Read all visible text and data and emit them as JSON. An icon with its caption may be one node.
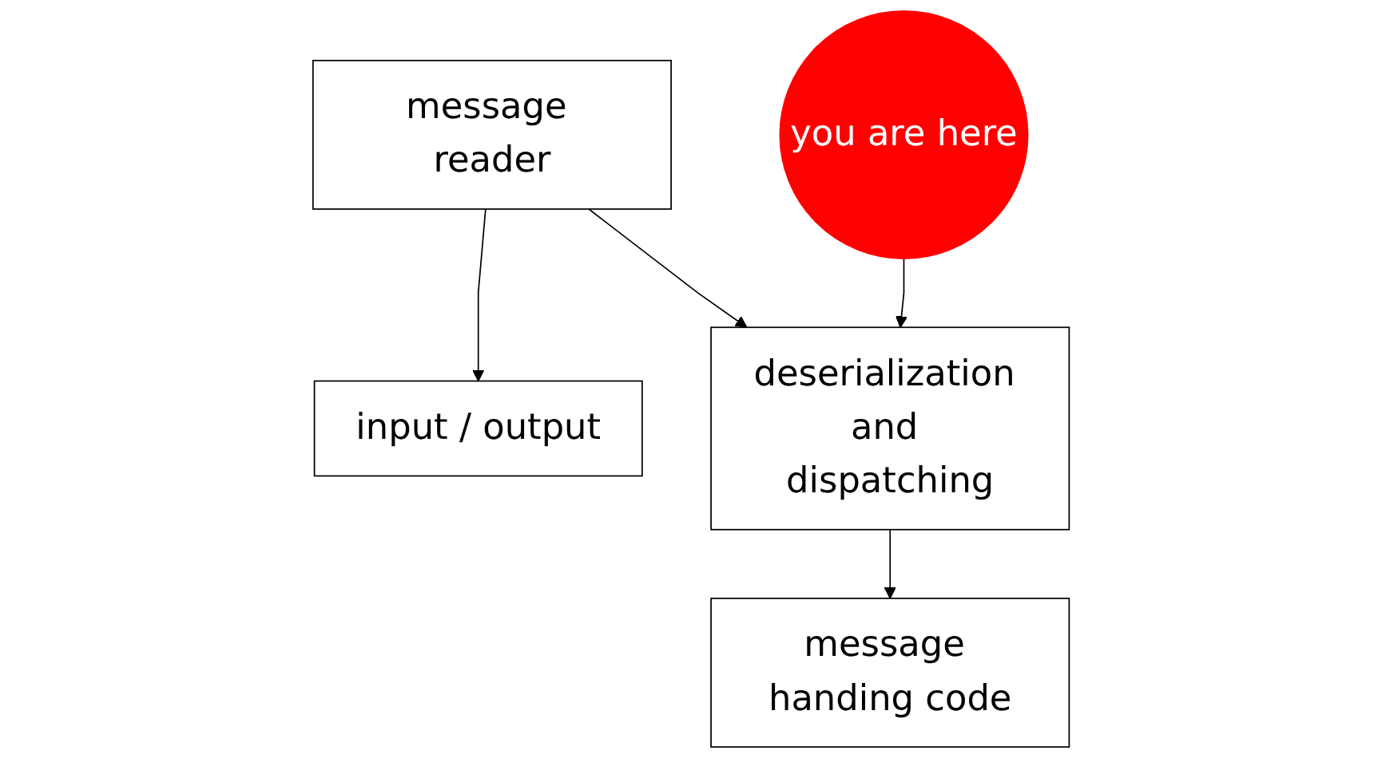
{
  "diagram": {
    "nodes": [
      {
        "text": [
          "message reader"
        ]
      },
      {
        "text": [
          "input / output"
        ]
      },
      {
        "text": [
          "you are here"
        ]
      },
      {
        "text": [
          "deserialization and dispatching"
        ]
      },
      {
        "text": [
          "message handing code"
        ]
      }
    ],
    "edges": [
      {
        "from": 0,
        "to": 1,
        "arrow": "to"
      },
      {
        "from": 0,
        "to": 3,
        "arrow": "to"
      },
      {
        "from": 2,
        "to": 3,
        "arrow": "to"
      },
      {
        "from": 3,
        "to": 4,
        "arrow": "to"
      }
    ]
  }
}
